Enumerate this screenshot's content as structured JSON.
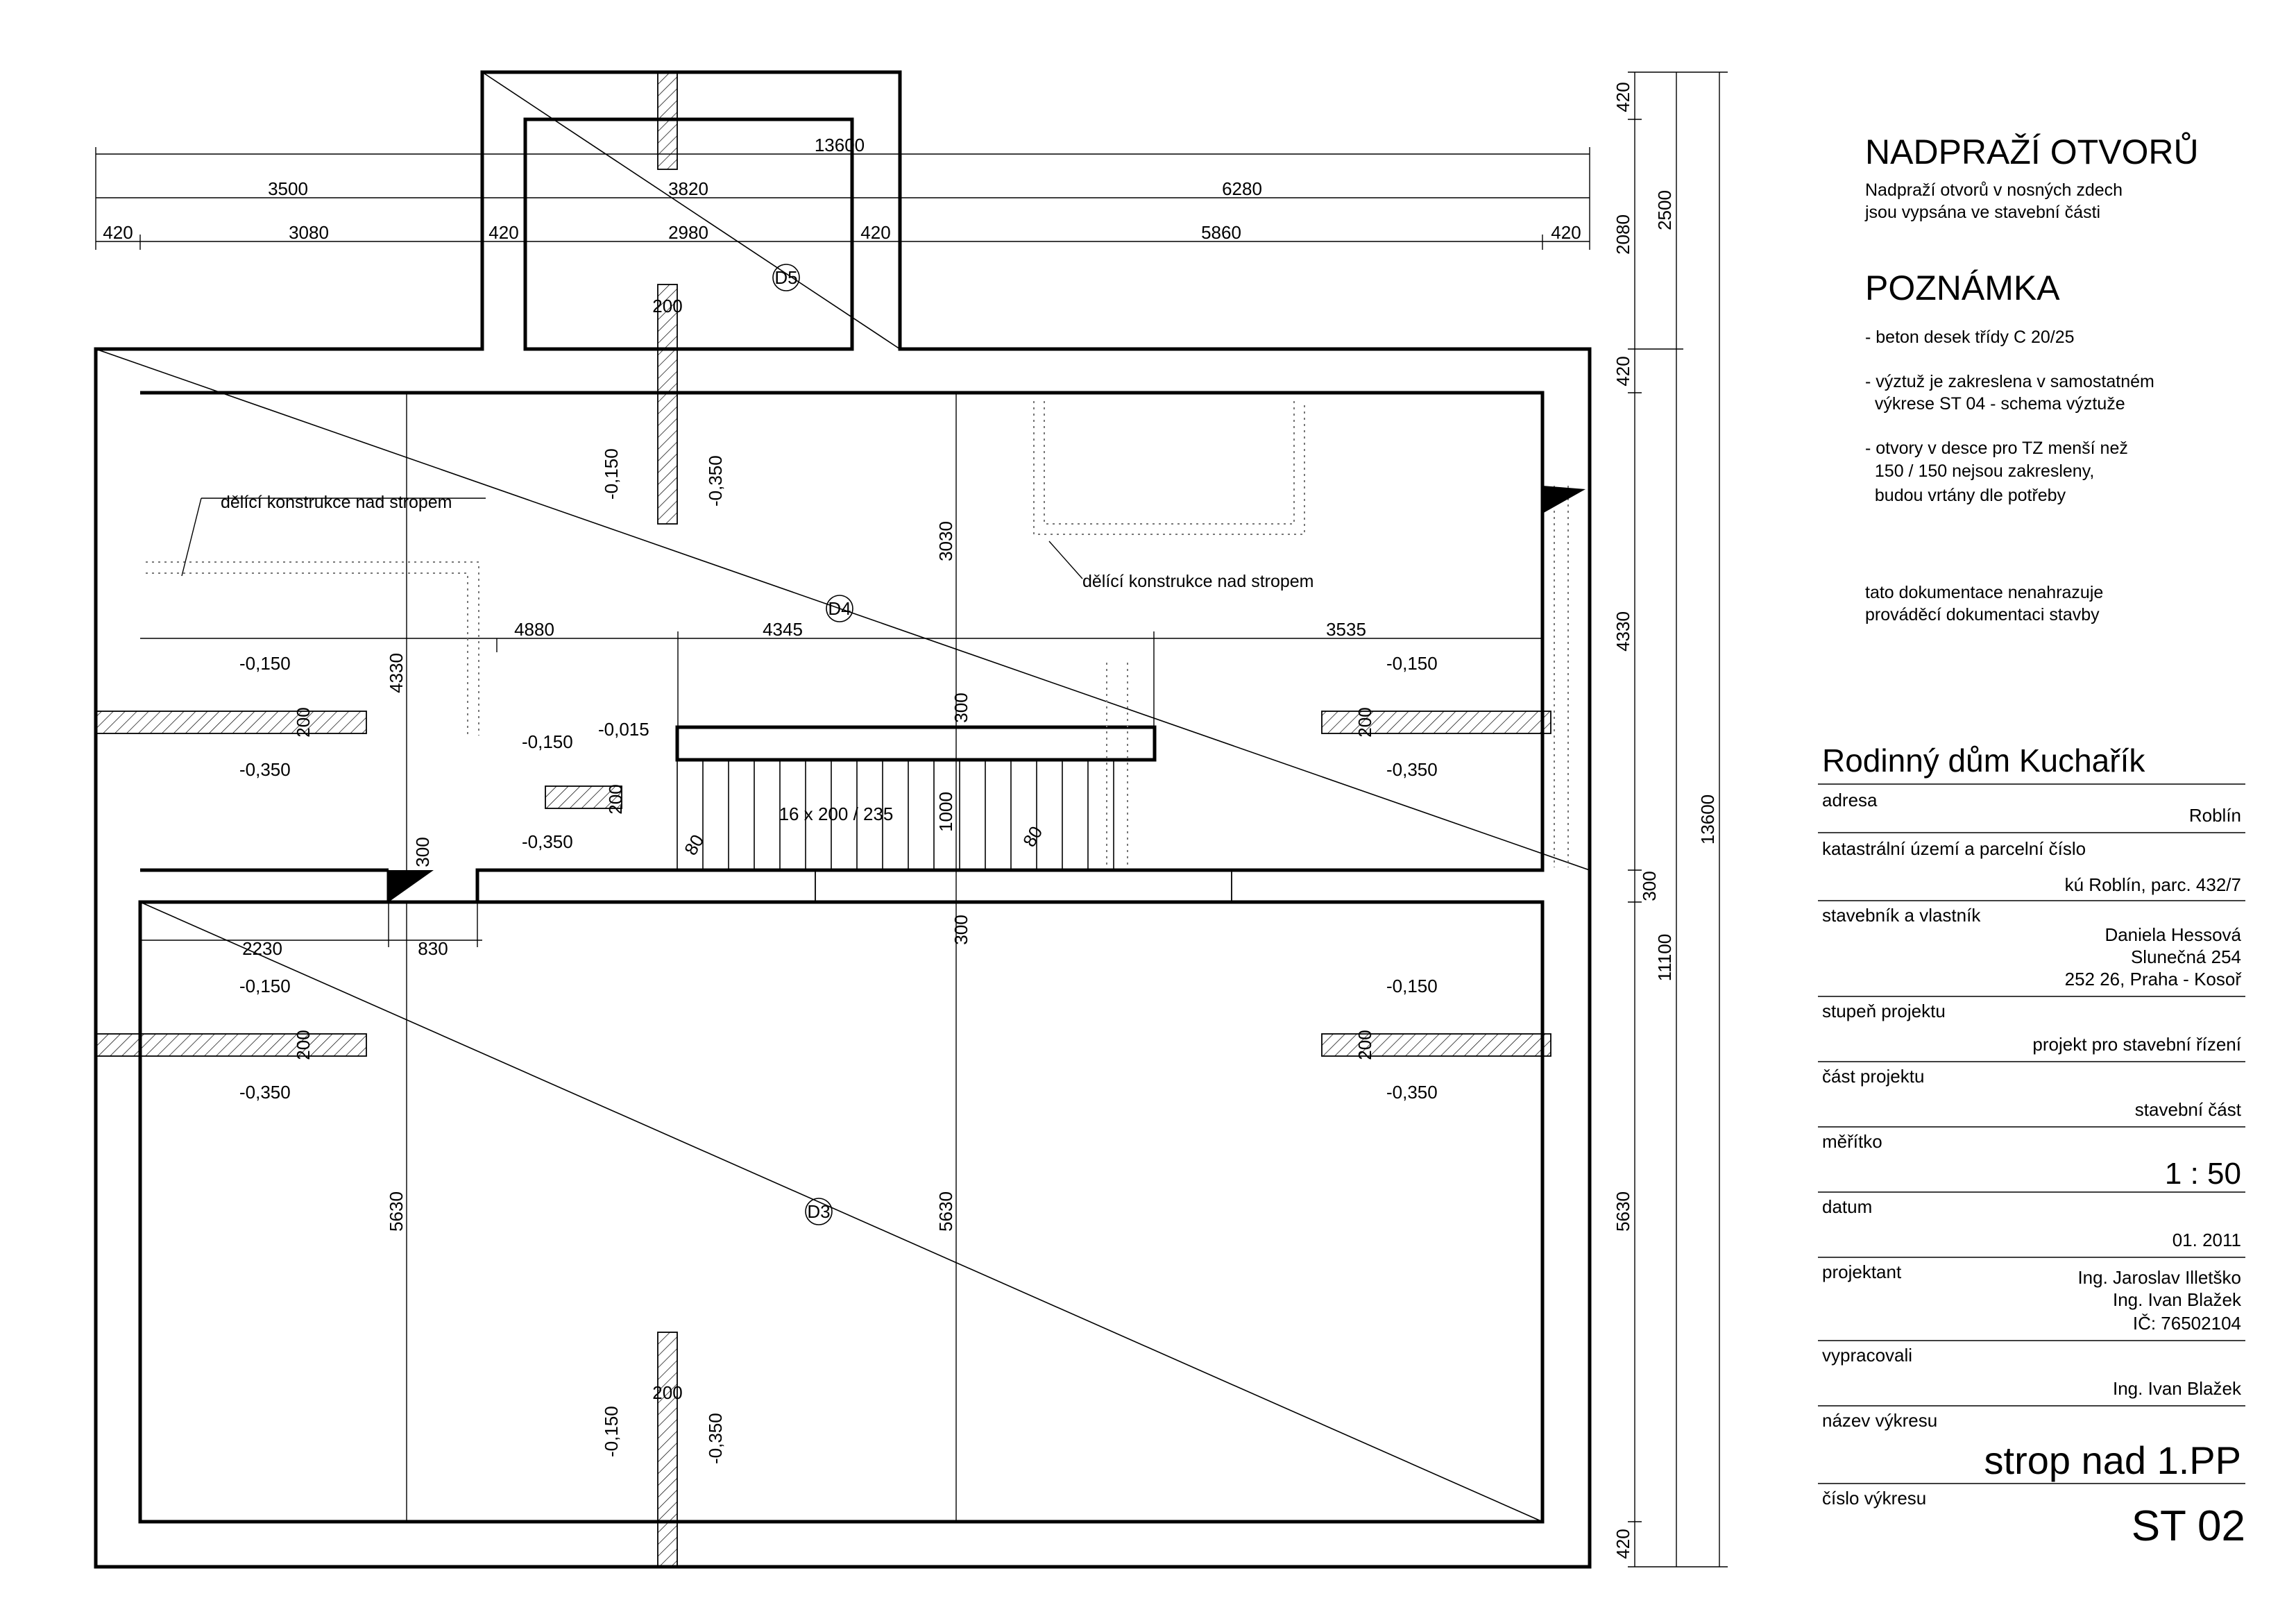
{
  "title_block": {
    "lintels_heading": "NADPRAŽÍ OTVORŮ",
    "lintels_text": [
      "Nadpraží otvorů v nosných zdech",
      "jsou vypsána ve stavební části"
    ],
    "note_heading": "POZNÁMKA",
    "notes": [
      "- beton desek třídy C 20/25",
      "- výztuž je zakreslena v samostatném",
      "  výkrese ST 04 - schema výztuže",
      "- otvory v desce pro TZ menší než",
      "  150 / 150 nejsou zakresleny,",
      "  budou vrtány dle potřeby"
    ],
    "disclaimer": [
      "tato dokumentace nenahrazuje",
      "prováděcí dokumentaci stavby"
    ],
    "project_name": "Rodinný dům Kuchařík",
    "rows": [
      {
        "label": "adresa",
        "values": [
          "Roblín"
        ]
      },
      {
        "label": "katastrální území a parcelní číslo",
        "values": [
          "kú Roblín, parc. 432/7"
        ]
      },
      {
        "label": "stavebník a vlastník",
        "values": [
          "Daniela Hessová",
          "Slunečná 254",
          "252 26, Praha - Kosoř"
        ]
      },
      {
        "label": "stupeň projektu",
        "values": [
          "projekt pro stavební řízení"
        ]
      },
      {
        "label": "část projektu",
        "values": [
          "stavební část"
        ]
      },
      {
        "label": "měřítko",
        "values": [
          "1 : 50"
        ]
      },
      {
        "label": "datum",
        "values": [
          "01. 2011"
        ]
      },
      {
        "label": "projektant",
        "values": [
          "Ing. Jaroslav Illetško",
          "Ing. Ivan Blažek",
          "IČ: 76502104"
        ]
      },
      {
        "label": "vypracovali",
        "values": [
          "Ing. Ivan Blažek"
        ]
      },
      {
        "label": "název výkresu",
        "values": [
          "strop nad 1.PP"
        ]
      },
      {
        "label": "číslo výkresu",
        "values": [
          "ST 02"
        ]
      }
    ]
  },
  "plan": {
    "slab_labels": [
      "D5",
      "D4",
      "D3"
    ],
    "partition_note": "dělící konstrukce nad stropem",
    "stair_label": "16 x 200 / 235",
    "dims_top_total": "13600",
    "dims_top_row1": [
      "3500",
      "3820",
      "6280"
    ],
    "dims_top_row2": [
      "420",
      "3080",
      "420",
      "2980",
      "420",
      "5860",
      "420"
    ],
    "dims_right_col1": [
      "420",
      "2080",
      "420",
      "4330",
      "300",
      "5630",
      "420"
    ],
    "dims_right_col2": [
      "2500",
      "11100"
    ],
    "dims_right_total": "13600",
    "dims_interior": {
      "upper_room_horiz": [
        "4880",
        "4345",
        "3535"
      ],
      "upper_room_vert_left": "4330",
      "upper_room_vert_mid": "3030",
      "stair_opening_vert": "300",
      "stair_length": "1000",
      "beam_depth_upper": "300",
      "beam_depth_lower": "300",
      "left_beam_height": "300",
      "lower_room_vert_left": "5630",
      "lower_room_vert_mid": "5630",
      "bottom_left": [
        "2230",
        "830"
      ],
      "wall_thickness": "200",
      "stair_wall": "80"
    },
    "levels": [
      "-0,150",
      "-0,350",
      "-0,015"
    ]
  }
}
